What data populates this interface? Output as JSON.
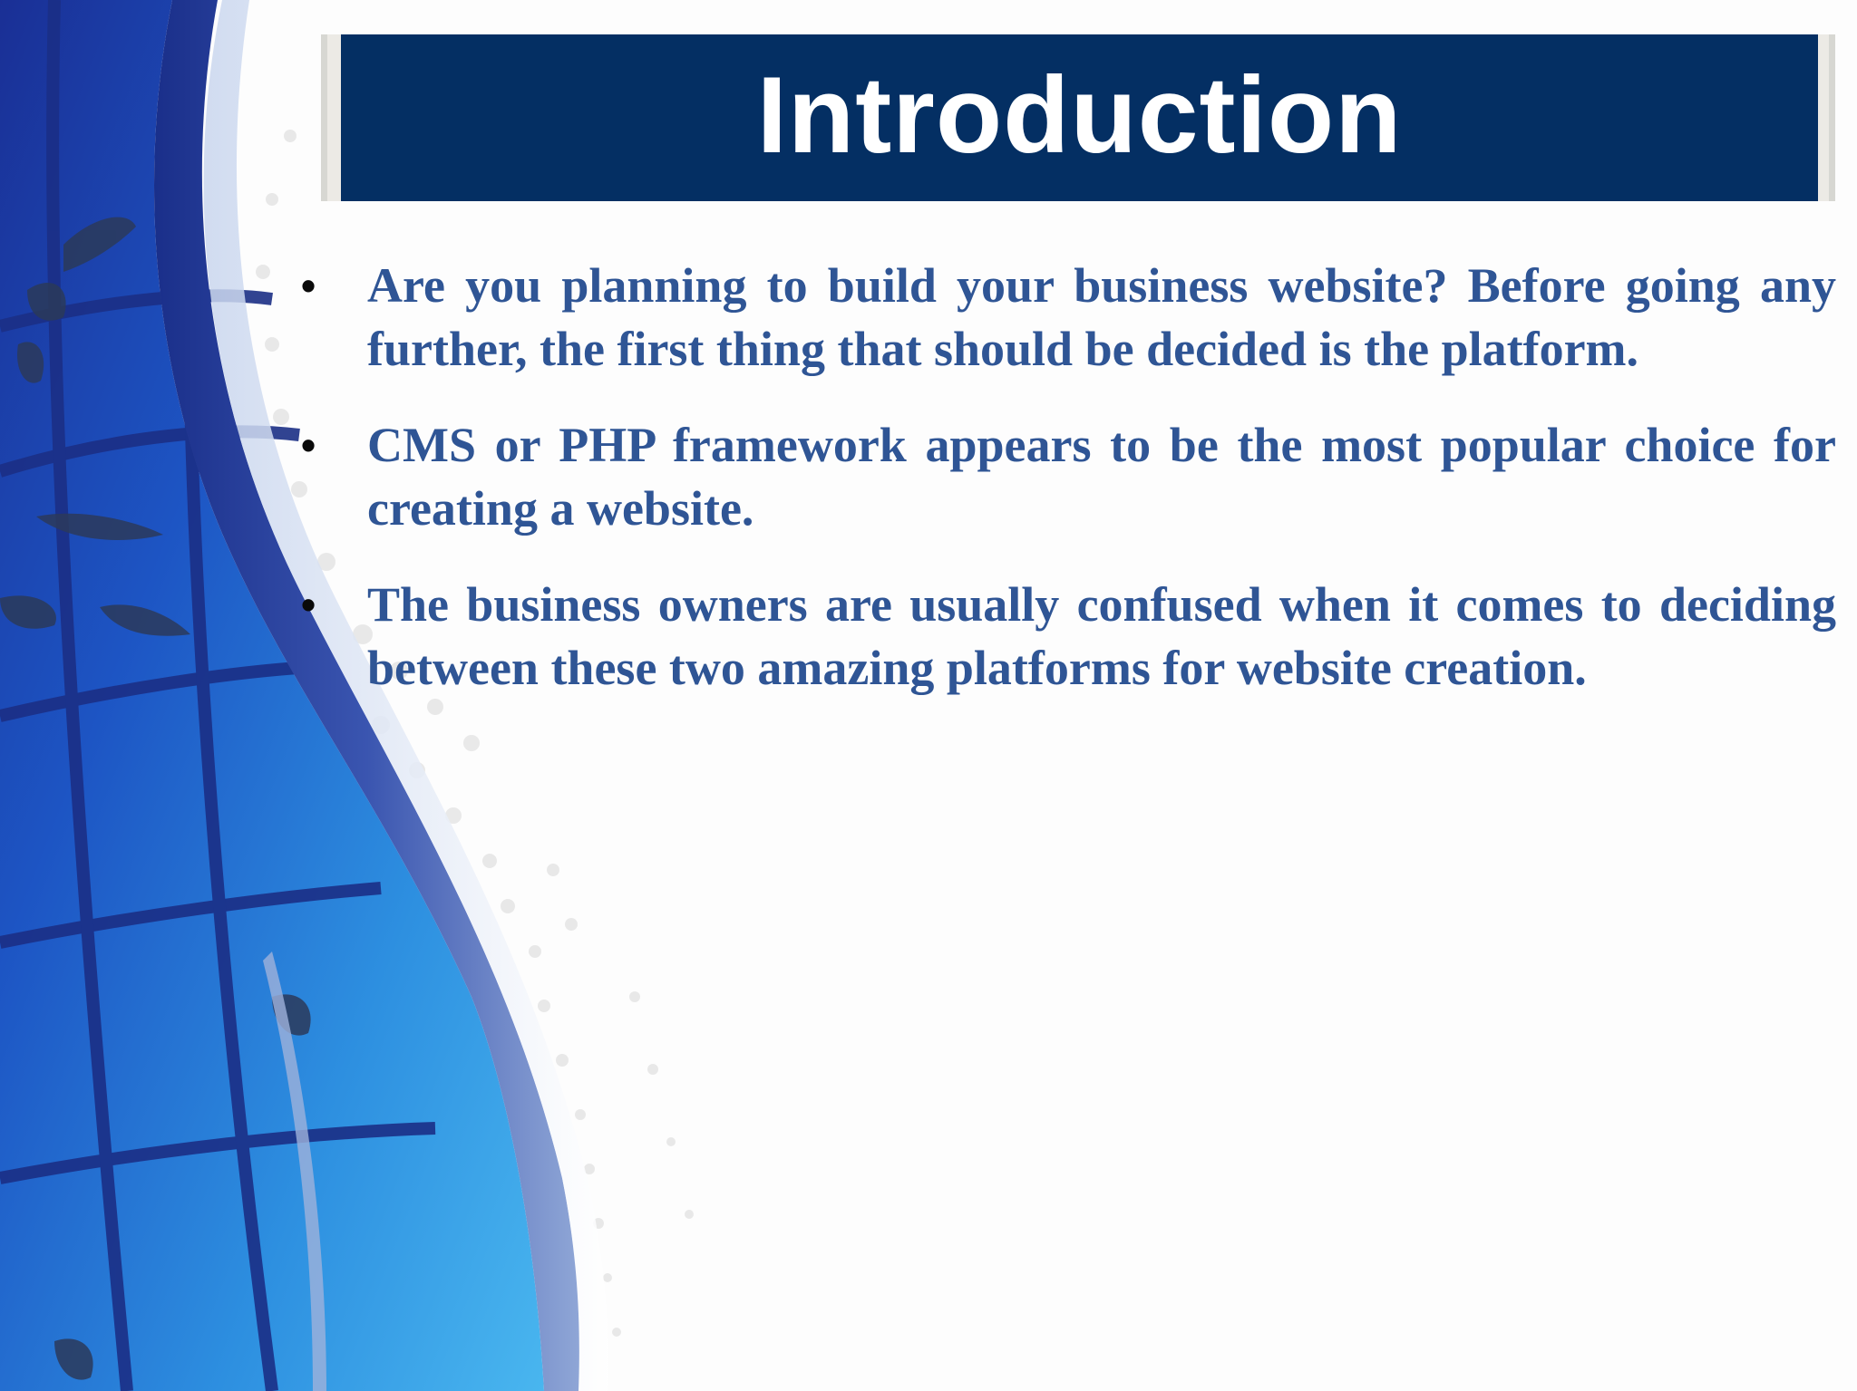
{
  "slide": {
    "title": "Introduction",
    "bullets": [
      {
        "marker": "•",
        "text": "Are you planning to build your business website? Before going any further, the first thing that should be decided is the platform."
      },
      {
        "marker": "•",
        "text": "CMS or PHP framework appears to be the most popular choice for creating a website."
      },
      {
        "marker": "•",
        "text": "The business owners are usually confused when it comes to deciding between these two amazing platforms for website creation."
      }
    ]
  },
  "colors": {
    "title_bar": "#042f63",
    "title_text": "#ffffff",
    "body_text": "#2f5595",
    "bullet": "#0a0a0a",
    "art_dark_blue": "#17308f",
    "art_light_blue": "#3fa9e8"
  },
  "icons": {
    "background": "globe-swoosh-art"
  }
}
